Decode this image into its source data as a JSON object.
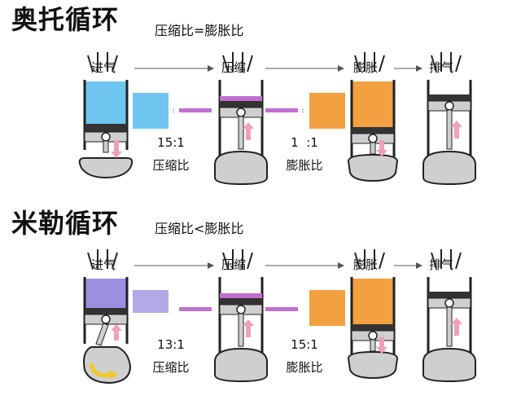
{
  "otto": {
    "title": "奥托循环",
    "subtitle": "压缩比=膨胀比",
    "stages": [
      "进气",
      "压缩",
      "膨胀",
      "排气"
    ],
    "compression_ratio": "15:1",
    "compression_label": "压缩比",
    "expansion_ratio": "1  :1",
    "expansion_label": "膨胀比"
  },
  "miller": {
    "title": "米勒循环",
    "subtitle": "压缩比<膨胀比",
    "stages": [
      "进气",
      "压缩",
      "膨胀",
      "排气"
    ],
    "compression_ratio": "13:1",
    "compression_label": "压缩比",
    "expansion_ratio": "15:1",
    "expansion_label": "膨胀比"
  },
  "colors": {
    "otto_intake": "#6ec6f0",
    "miller_intake": "#9b8fe0",
    "compress_band": "#c070d0",
    "expand": "#f2a040",
    "arrow_pink": "#f0a0b8",
    "cylinder_outline": "#222222",
    "engine_gray": "#cfcfcf"
  }
}
